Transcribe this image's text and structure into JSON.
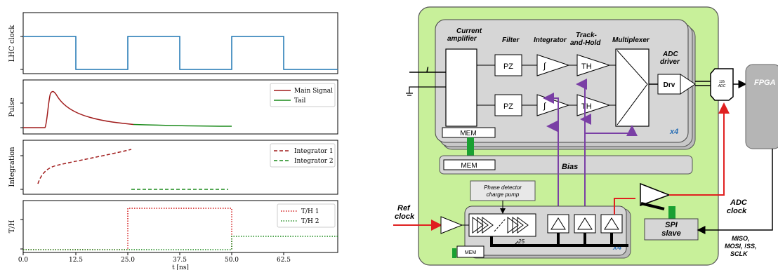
{
  "plots": {
    "panel1": {
      "ylabel": "LHC clock"
    },
    "panel2": {
      "ylabel": "Pulse",
      "legend": [
        {
          "label": "Main Signal",
          "color": "#a01b1b"
        },
        {
          "label": "Tail",
          "color": "#1a8a1a"
        }
      ]
    },
    "panel3": {
      "ylabel": "Integration",
      "legend": [
        {
          "label": "Integrator 1",
          "color": "#a01b1b"
        },
        {
          "label": "Integrator 2",
          "color": "#1a8a1a"
        }
      ]
    },
    "panel4": {
      "ylabel": "T/H",
      "legend": [
        {
          "label": "T/H 1",
          "color": "#d01010"
        },
        {
          "label": "T/H 2",
          "color": "#1a8a1a"
        }
      ]
    },
    "xaxis": {
      "label": "t [ns]",
      "ticks": [
        "0.0",
        "12.5",
        "25.0",
        "37.5",
        "50.0",
        "62.5"
      ]
    },
    "colors": {
      "clock": "#1f77b4",
      "main": "#a01b1b",
      "tail": "#1a8a1a"
    }
  },
  "diagram": {
    "current_amplifier": "Current amplifier",
    "filter": "Filter",
    "integrator": "Integrator",
    "track_hold": "Track-and-Hold",
    "multiplexer": "Multiplexer",
    "adc_driver": "ADC driver",
    "input_label": "I",
    "pz": "PZ",
    "integral_symbol": "∫",
    "th": "TH",
    "drv": "Drv",
    "adc_chip": "12b ADC",
    "fpga": "FPGA",
    "x4": "x4",
    "mem": "MEM",
    "bias": "Bias",
    "phase_detector": "Phase detector charge pump",
    "ref_clock": "Ref clock",
    "bus_width": "25",
    "adc_clock": "ADC clock",
    "spi_slave": "SPI slave",
    "spi_signals": "MISO, MOSI, !SS, SCLK",
    "colors": {
      "chip_bg": "#c8f09a",
      "block_bg": "#d6d6d6",
      "purple": "#7a3fa5",
      "red": "#e02020",
      "green": "#1aa032"
    }
  }
}
